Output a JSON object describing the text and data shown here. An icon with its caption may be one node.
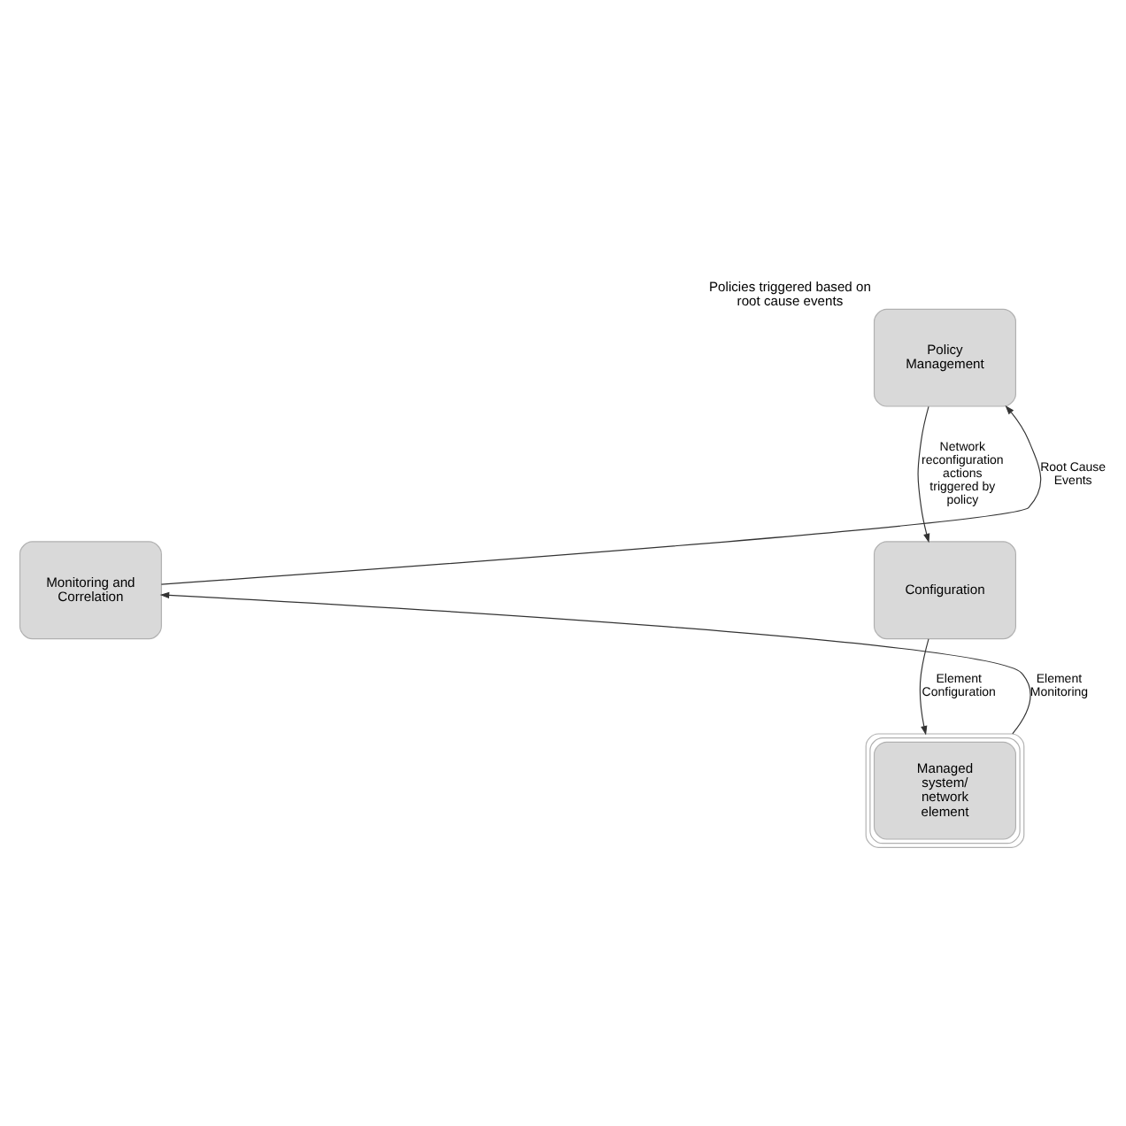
{
  "diagram": {
    "nodes": [
      {
        "text": [
          "Policy Management"
        ],
        "beside": [
          "Policies triggered based on root cause events"
        ]
      },
      {
        "text": [
          "Configuration"
        ]
      },
      {
        "text": [
          "Managed system/ network element"
        ]
      },
      {
        "text": [
          "Monitoring and Correlation"
        ]
      }
    ],
    "edges": [
      {
        "from": 0,
        "to": 1,
        "arrow": "to",
        "label": "Network reconfiguration actions triggered by policy"
      },
      {
        "from": 1,
        "to": 2,
        "arrow": "to",
        "label": "Element Configuration"
      },
      {
        "from": 2,
        "to": 3,
        "arrow": "to",
        "label": "Element Monitoring"
      },
      {
        "from": 3,
        "to": 0,
        "arrow": "to",
        "label": "Root Cause Events"
      }
    ]
  }
}
